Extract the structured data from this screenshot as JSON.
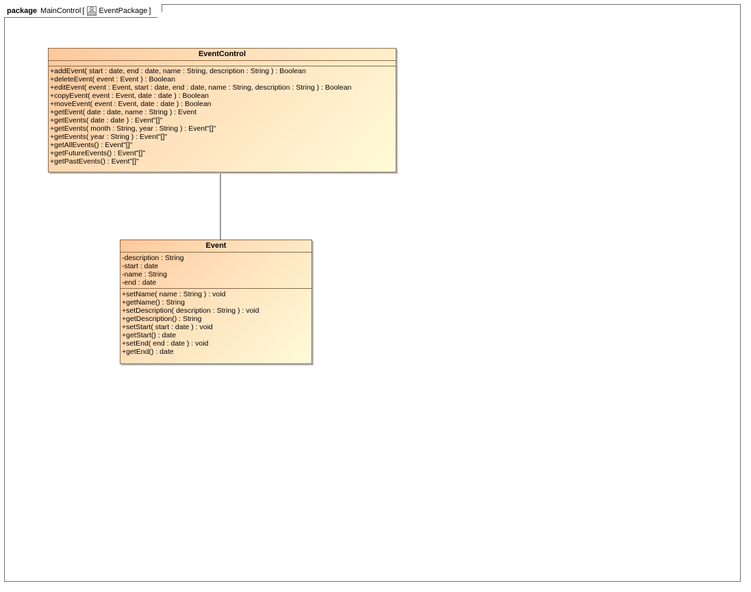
{
  "frame": {
    "keyword": "package",
    "name": "MainControl",
    "open_bracket": "[",
    "diagram_name": "EventPackage",
    "close_bracket": "]",
    "diagram_icon": "class-diagram-icon"
  },
  "classes": {
    "eventcontrol": {
      "name": "EventControl",
      "attributes": [],
      "operations": [
        "+addEvent( start : date, end : date, name : String, description : String ) : Boolean",
        "+deleteEvent( event : Event ) : Boolean",
        "+editEvent( event : Event, start : date, end : date, name : String, description : String ) : Boolean",
        "+copyEvent( event : Event, date : date ) : Boolean",
        "+moveEvent( event : Event, date : date ) : Boolean",
        "+getEvent( date : date, name : String ) : Event",
        "+getEvents( date : date ) : Event\"[]\"",
        "+getEvents( month : String, year : String ) : Event\"[]\"",
        "+getEvents( year : String ) : Event\"[]\"",
        "+getAllEvents() : Event\"[]\"",
        "+getFutureEvents() : Event\"[]\"",
        "+getPastEvents() : Event\"[]\""
      ]
    },
    "event": {
      "name": "Event",
      "attributes": [
        "-description : String",
        "-start : date",
        "-name : String",
        "-end : date"
      ],
      "operations": [
        "+setName( name : String ) : void",
        "+getName() : String",
        "+setDescription( description : String ) : void",
        "+getDescription() : String",
        "+setStart( start : date ) : void",
        "+getStart() : date",
        "+setEnd( end : date ) : void",
        "+getEnd() : date"
      ]
    }
  },
  "colors": {
    "class_fill_start": "#fdc89b",
    "class_fill_end": "#fffbd8",
    "class_border": "#8a6a4a",
    "frame_border": "#6e6e6e"
  }
}
